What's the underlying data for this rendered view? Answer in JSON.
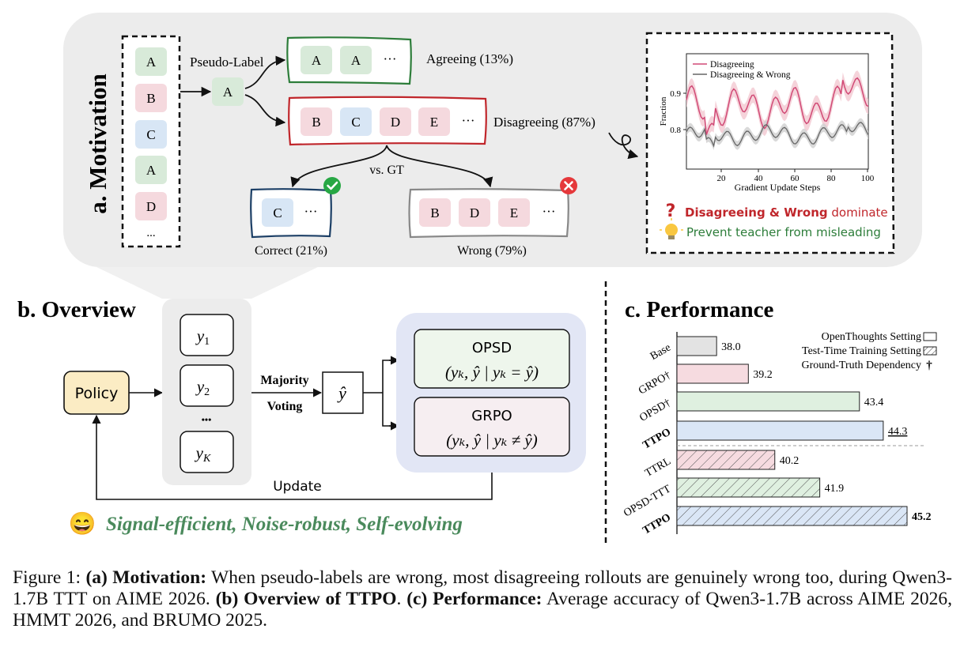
{
  "motivation": {
    "title": "a. Motivation",
    "candidates": [
      "A",
      "B",
      "C",
      "A",
      "D",
      "..."
    ],
    "pseudo_label_text": "Pseudo-Label",
    "pseudo_label": "A",
    "agreeing": {
      "items": [
        "A",
        "A",
        "···"
      ],
      "label": "Agreeing (13%)"
    },
    "disagreeing": {
      "items": [
        "B",
        "C",
        "D",
        "E",
        "···"
      ],
      "label": "Disagreeing (87%)"
    },
    "vs_gt": "vs. GT",
    "correct": {
      "items": [
        "C",
        "···"
      ],
      "label": "Correct (21%)"
    },
    "wrong": {
      "items": [
        "B",
        "D",
        "E",
        "···"
      ],
      "label": "Wrong (79%)"
    },
    "chart": {
      "legend": [
        "Disagreeing",
        "Disagreeing & Wrong"
      ],
      "xlabel": "Gradient Update Steps",
      "ylabel": "Fraction",
      "xticks": [
        "20",
        "40",
        "60",
        "80",
        "100"
      ],
      "yticks": [
        "0.8",
        "0.9"
      ]
    },
    "note1_highlight": "Disagreeing & Wrong",
    "note1_rest": " dominate",
    "note2": "Prevent teacher from misleading"
  },
  "overview": {
    "title": "b. Overview",
    "policy": "Policy",
    "outputs": [
      "y1",
      "y2",
      "yK"
    ],
    "dots": "•••",
    "voting_line1": "Majority",
    "voting_line2": "Voting",
    "yhat": "ŷ",
    "opsd_title": "OPSD",
    "opsd_formula": "(yₖ, ŷ | yₖ = ŷ)",
    "grpo_title": "GRPO",
    "grpo_formula": "(yₖ, ŷ | yₖ ≠ ŷ)",
    "update": "Update",
    "tagline": "Signal-efficient, Noise-robust, Self-evolving",
    "emoji": "😄"
  },
  "performance": {
    "title": "c. Performance",
    "legend": [
      "OpenThoughts Setting",
      "Test-Time Training Setting",
      "Ground-Truth Dependency"
    ],
    "dagger": "†",
    "colors": {
      "grey": "#e3e3e3",
      "red": "#f6dbe0",
      "green": "#dff0e0",
      "blue": "#dae6f6"
    }
  },
  "chart_data": {
    "type": "bar",
    "orientation": "horizontal",
    "categories": [
      "Base",
      "GRPO†",
      "OPSD†",
      "TTPO",
      "TTRL",
      "OPSD-TTT",
      "TTPO"
    ],
    "values": [
      38.0,
      39.2,
      43.4,
      44.3,
      40.2,
      41.9,
      45.2
    ],
    "labels": [
      "38.0",
      "39.2",
      "43.4",
      "44.3",
      "40.2",
      "41.9",
      "45.2"
    ],
    "settings": [
      "OpenThoughts Setting",
      "OpenThoughts Setting",
      "OpenThoughts Setting",
      "OpenThoughts Setting",
      "Test-Time Training Setting",
      "Test-Time Training Setting",
      "Test-Time Training Setting"
    ],
    "colors": [
      "#e3e3e3",
      "#f6dbe0",
      "#dff0e0",
      "#dae6f6",
      "#f6dbe0",
      "#dff0e0",
      "#dae6f6"
    ],
    "title": "c. Performance",
    "xlim": [
      36.5,
      45.2
    ]
  },
  "caption": {
    "prefix": "Figure 1:  ",
    "a_bold": "(a) Motivation:",
    "a_text": " When pseudo-labels are wrong, most disagreeing rollouts are genuinely wrong too, during Qwen3-1.7B TTT on AIME 2026. ",
    "b_bold": "(b) Overview of TTPO",
    "b_text": ". ",
    "c_bold": "(c) Performance:",
    "c_text": " Average accuracy of Qwen3-1.7B across AIME 2026, HMMT 2026, and BRUMO 2025."
  }
}
